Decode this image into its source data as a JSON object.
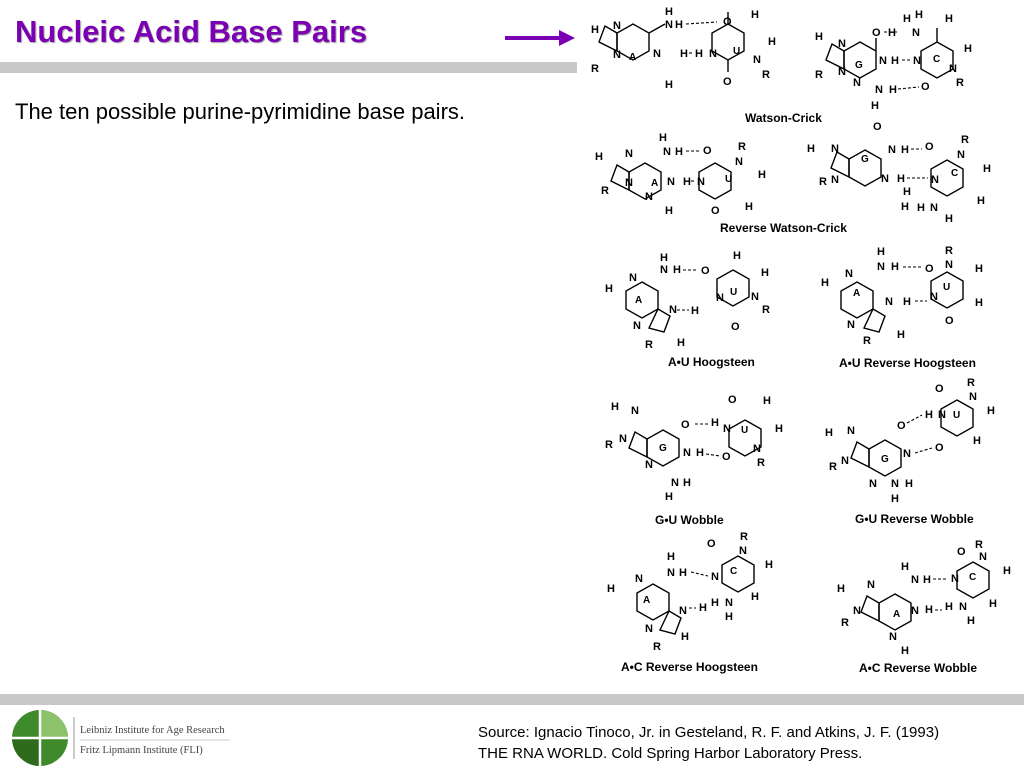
{
  "slide": {
    "title": "Nucleic Acid Base Pairs",
    "subtitle": "The ten possible purine-pyrimidine base pairs.",
    "source_line1": "Source: Ignacio Tinoco, Jr. in Gesteland, R. F. and Atkins, J. F. (1993)",
    "source_line2": "THE RNA WORLD. Cold Spring Harbor Laboratory Press.",
    "logo_line1": "Leibniz Institute for Age Research",
    "logo_line2": "Fritz Lipmann Institute (FLI)",
    "arrow_icon": "arrow-right-icon",
    "colors": {
      "title": "#7b00b4",
      "bar": "#c8c8c8",
      "logo_green": "#3f8a2a"
    }
  },
  "captions": {
    "wc": "Watson-Crick",
    "rwc": "Reverse  Watson-Crick",
    "au_hoog": "A•U  Hoogsteen",
    "au_rhoog": "A•U  Reverse  Hoogsteen",
    "gu_wob": "G•U  Wobble",
    "gu_rwob": "G•U  Reverse  Wobble",
    "ac_rhoog": "A•C  Reverse  Hoogsteen",
    "ac_rwob": "A•C  Reverse  Wobble"
  },
  "pairs": [
    {
      "purine": "A",
      "pyrimidine": "U"
    },
    {
      "purine": "G",
      "pyrimidine": "C"
    },
    {
      "purine": "A",
      "pyrimidine": "U"
    },
    {
      "purine": "G",
      "pyrimidine": "C"
    },
    {
      "purine": "A",
      "pyrimidine": "U"
    },
    {
      "purine": "A",
      "pyrimidine": "U"
    },
    {
      "purine": "G",
      "pyrimidine": "U"
    },
    {
      "purine": "G",
      "pyrimidine": "U"
    },
    {
      "purine": "A",
      "pyrimidine": "C"
    },
    {
      "purine": "A",
      "pyrimidine": "C"
    }
  ]
}
